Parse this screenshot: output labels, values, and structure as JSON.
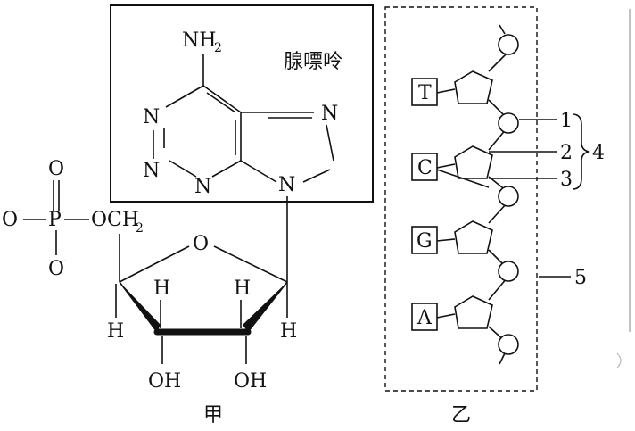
{
  "adenine_box": {
    "title": "腺嘌呤",
    "nh2": "NH",
    "nh2_sub": "2",
    "n_atoms": [
      "N",
      "N",
      "N",
      "N",
      "N"
    ]
  },
  "phosphate": {
    "o_top": "O",
    "o_left": "O",
    "o_left_sup": "-",
    "p": "P",
    "o_bottom": "O",
    "o_bottom_sup": "-",
    "och2": "OCH",
    "och2_sub": "2"
  },
  "ribose": {
    "ring_o": "O",
    "h_labels": [
      "H",
      "H",
      "H",
      "H"
    ],
    "oh_labels": [
      "OH",
      "OH"
    ]
  },
  "strand": {
    "bases": [
      "T",
      "C",
      "G",
      "A"
    ]
  },
  "labels": {
    "jia": "甲",
    "yi": "乙",
    "n1": "1",
    "n2": "2",
    "n3": "3",
    "n4": "4",
    "n5": "5"
  }
}
